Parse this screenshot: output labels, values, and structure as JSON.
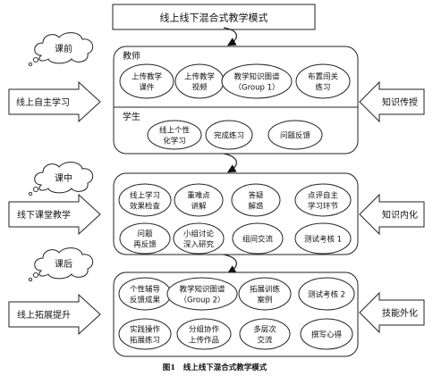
{
  "title": "线上线下混合式教学模式",
  "caption": "图1　线上线下混合式教学模式",
  "stages": [
    {
      "cloud": "课前",
      "left_arrow": "线上自主学习",
      "right_arrow": "知识传授",
      "teacher_label": "教师",
      "student_label": "学生",
      "teacher_items": [
        [
          "上传教学",
          "课件"
        ],
        [
          "上传教学",
          "视频"
        ],
        [
          "教学知识图谱",
          "（Group 1）"
        ],
        [
          "布置闯关",
          "练习"
        ]
      ],
      "student_items": [
        [
          "线上个性",
          "化学习"
        ],
        [
          "完成练习"
        ],
        [
          "问题反馈"
        ]
      ]
    },
    {
      "cloud": "课中",
      "left_arrow": "线下课堂教学",
      "right_arrow": "知识内化",
      "row1": [
        [
          "线上学习",
          "效果检查"
        ],
        [
          "重难点",
          "讲解"
        ],
        [
          "答疑",
          "解惑"
        ],
        [
          "点评自主",
          "学习环节"
        ]
      ],
      "row2": [
        [
          "问题",
          "再反馈"
        ],
        [
          "小组讨论",
          "深入研究"
        ],
        [
          "组间交流"
        ],
        [
          "测试考核 1"
        ]
      ]
    },
    {
      "cloud": "课后",
      "left_arrow": "线上拓展提升",
      "right_arrow": "技能外化",
      "row1": [
        [
          "个性辅导",
          "反馈成果"
        ],
        [
          "教学知识图谱",
          "（Group 2）"
        ],
        [
          "拓展训练",
          "案例"
        ],
        [
          "测试考核 2"
        ]
      ],
      "row2": [
        [
          "实践操作",
          "拓展练习"
        ],
        [
          "分组协作",
          "上传作品"
        ],
        [
          "多层次",
          "交流"
        ],
        [
          "撰写心得"
        ]
      ]
    }
  ]
}
